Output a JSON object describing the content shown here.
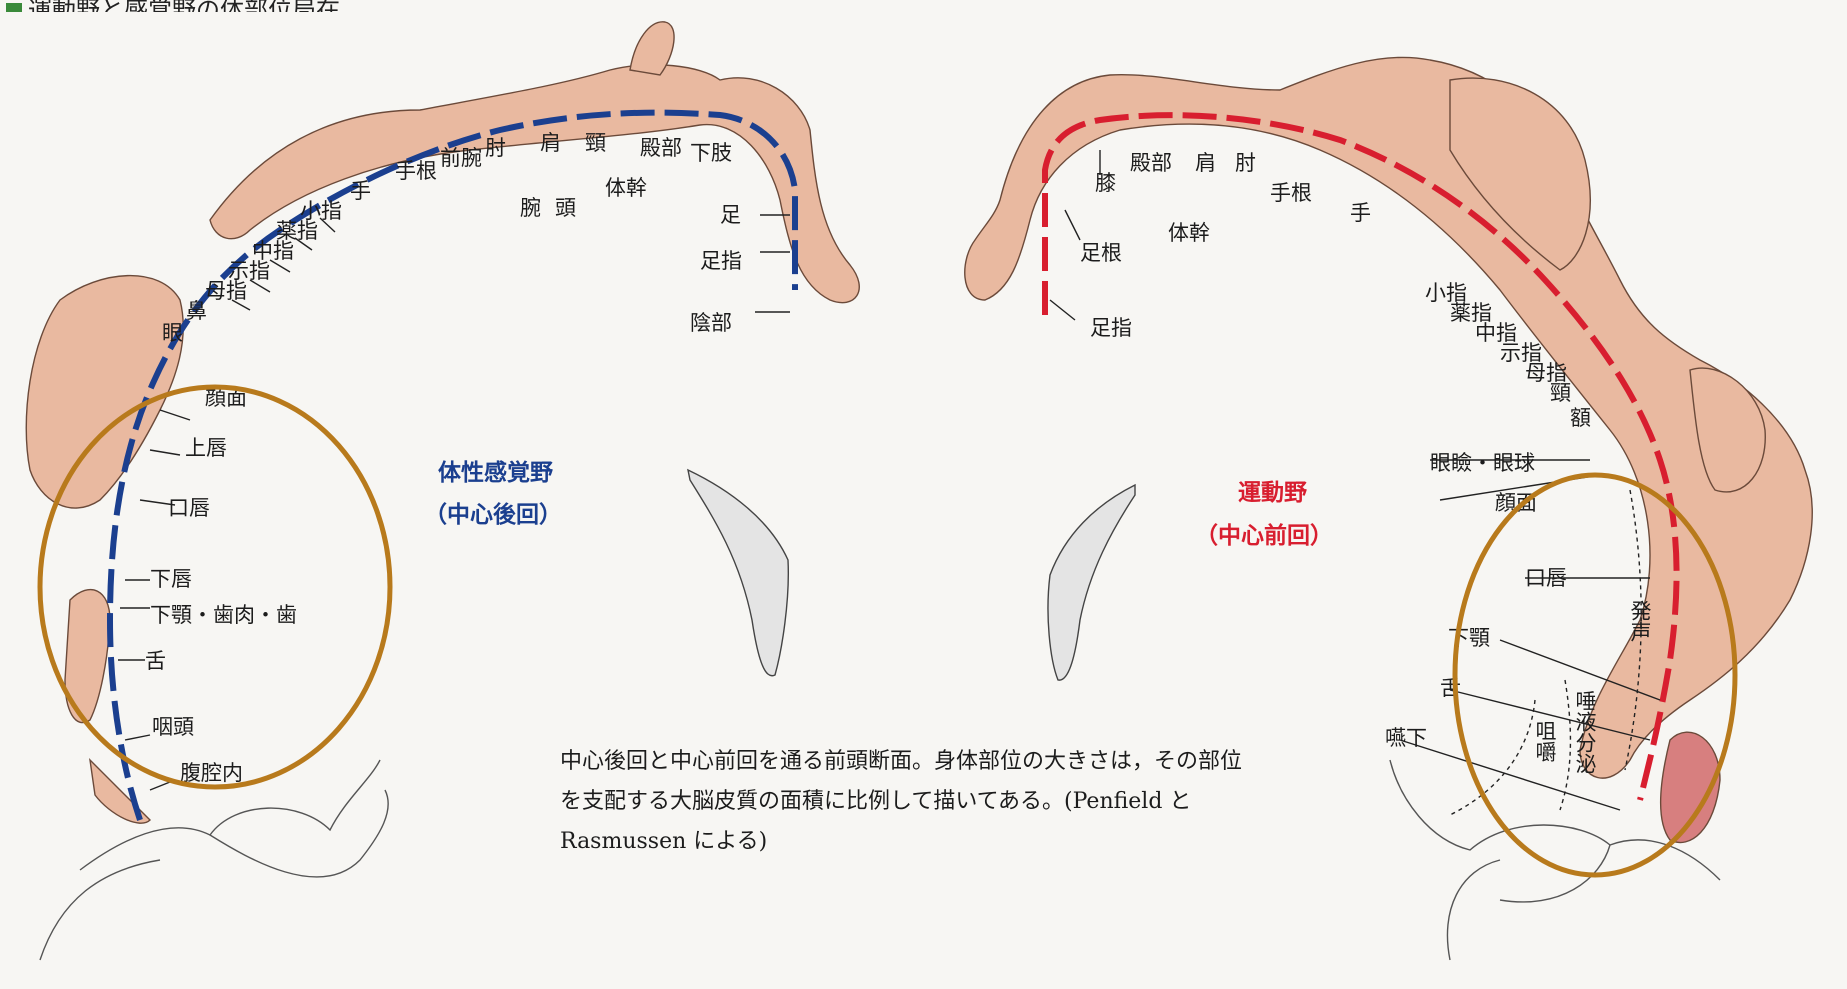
{
  "heading": "運動野と感覚野の体部位局在",
  "caption": "中心後回と中心前回を通る前頭断面。身体部位の大きさは，その部位を支配する大脳皮質の面積に比例して描いてある。(Penfield と Rasmussen による)",
  "sensory": {
    "title": "体性感覚野",
    "subtitle": "（中心後回）",
    "color": "#1b3f8f",
    "top_labels": [
      "小指",
      "手",
      "手根",
      "前腕",
      "肘",
      "腕",
      "肩",
      "頭",
      "頸",
      "体幹",
      "殿部",
      "下肢",
      "足",
      "足指",
      "陰部"
    ],
    "side_labels": [
      "薬指",
      "中指",
      "示指",
      "母指",
      "眼",
      "鼻",
      "顔面",
      "上唇",
      "口唇",
      "下唇",
      "下顎・歯肉・歯",
      "舌",
      "咽頭",
      "腹腔内"
    ]
  },
  "motor": {
    "title": "運動野",
    "subtitle": "（中心前回）",
    "color": "#d81e2f",
    "top_labels": [
      "足指",
      "足根",
      "膝",
      "殿部",
      "体幹",
      "肩",
      "肘",
      "手根",
      "手"
    ],
    "side_labels": [
      "小指",
      "薬指",
      "中指",
      "示指",
      "母指",
      "頸",
      "額",
      "眼瞼・眼球",
      "顔面",
      "口唇",
      "下顎",
      "舌",
      "嚥下"
    ],
    "vertical_labels": [
      "発声",
      "唾液分泌",
      "咀嚼"
    ]
  },
  "highlight_color": "#b87a1c"
}
